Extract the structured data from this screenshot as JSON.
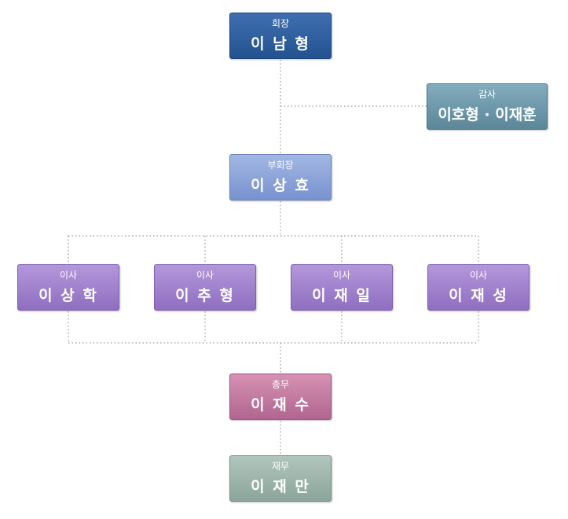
{
  "chairman": {
    "role": "회장",
    "name": "이 남 형"
  },
  "auditor": {
    "role": "감사",
    "name": "이호형 · 이재훈"
  },
  "vice_chairman": {
    "role": "부회장",
    "name": "이 상 효"
  },
  "directors": [
    {
      "role": "이사",
      "name": "이 상 학"
    },
    {
      "role": "이사",
      "name": "이 추 형"
    },
    {
      "role": "이사",
      "name": "이 재 일"
    },
    {
      "role": "이사",
      "name": "이 재 성"
    }
  ],
  "general_affairs": {
    "role": "총무",
    "name": "이 재 수"
  },
  "finance": {
    "role": "재무",
    "name": "이 재 만"
  },
  "colors": {
    "chairman": "#2f5f9f",
    "auditor": "#6e98aa",
    "vice_chairman": "#8ba4d9",
    "director": "#a083cd",
    "general_affairs": "#c47ba1",
    "finance": "#9db5aa",
    "connector": "#aaaaaa"
  }
}
